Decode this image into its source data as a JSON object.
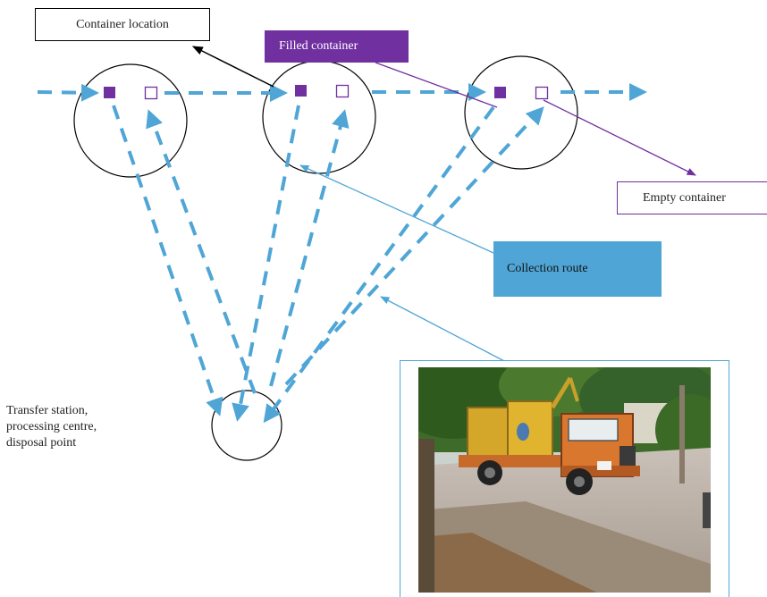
{
  "labels": {
    "container_location": "Container location",
    "filled_container": "Filled container",
    "empty_container": "Empty container",
    "collection_route": "Collection route",
    "transfer_station": [
      "Transfer station,",
      "processing centre,",
      "disposal point"
    ]
  },
  "colors": {
    "route": "#4fa6d6",
    "filled": "#7030a0",
    "empty_outline": "#7030a0",
    "pointer_black": "#000000"
  },
  "photo": {
    "subject": "garbage collection truck carrying yellow bins on a dirt road",
    "icon": "truck-photo"
  }
}
